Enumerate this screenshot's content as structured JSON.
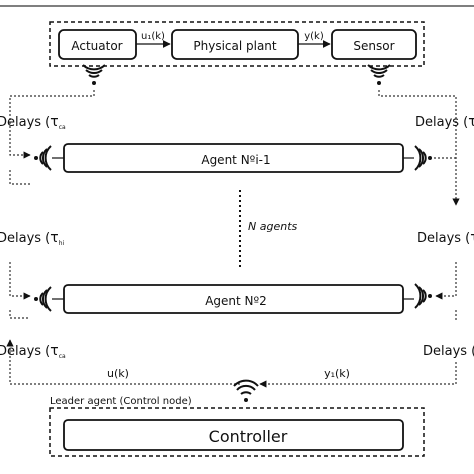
{
  "plant": {
    "actuator": "Actuator",
    "physical_plant": "Physical plant",
    "sensor": "Sensor",
    "u_label": "u₁(k)",
    "y_label": "y(k)"
  },
  "delays": {
    "left_top_prefix": "Delays (",
    "left_top_sym": "τ",
    "left_top_sub": "ca",
    "right_top_prefix": "Delays (",
    "right_top_sym": "τ",
    "left_mid_prefix": "Delays (",
    "left_mid_sym": "τ",
    "left_mid_sub": "hi",
    "right_mid_prefix": "Delays (",
    "right_mid_sym": "τ",
    "left_bottom_prefix": "Delays (",
    "left_bottom_sym": "τ",
    "left_bottom_sub": "ca",
    "right_bottom_prefix": "Delays ("
  },
  "agents": {
    "agent_i1": "Agent Nºi-1",
    "n_agents": "N agents",
    "agent_2": "Agent Nº2"
  },
  "signals": {
    "u_k": "u(k)",
    "y1_k": "y₁(k)"
  },
  "controller": {
    "leader_label": "Leader agent (Control node)",
    "controller": "Controller"
  },
  "colors": {
    "line": "#111111",
    "background": "#ffffff"
  }
}
